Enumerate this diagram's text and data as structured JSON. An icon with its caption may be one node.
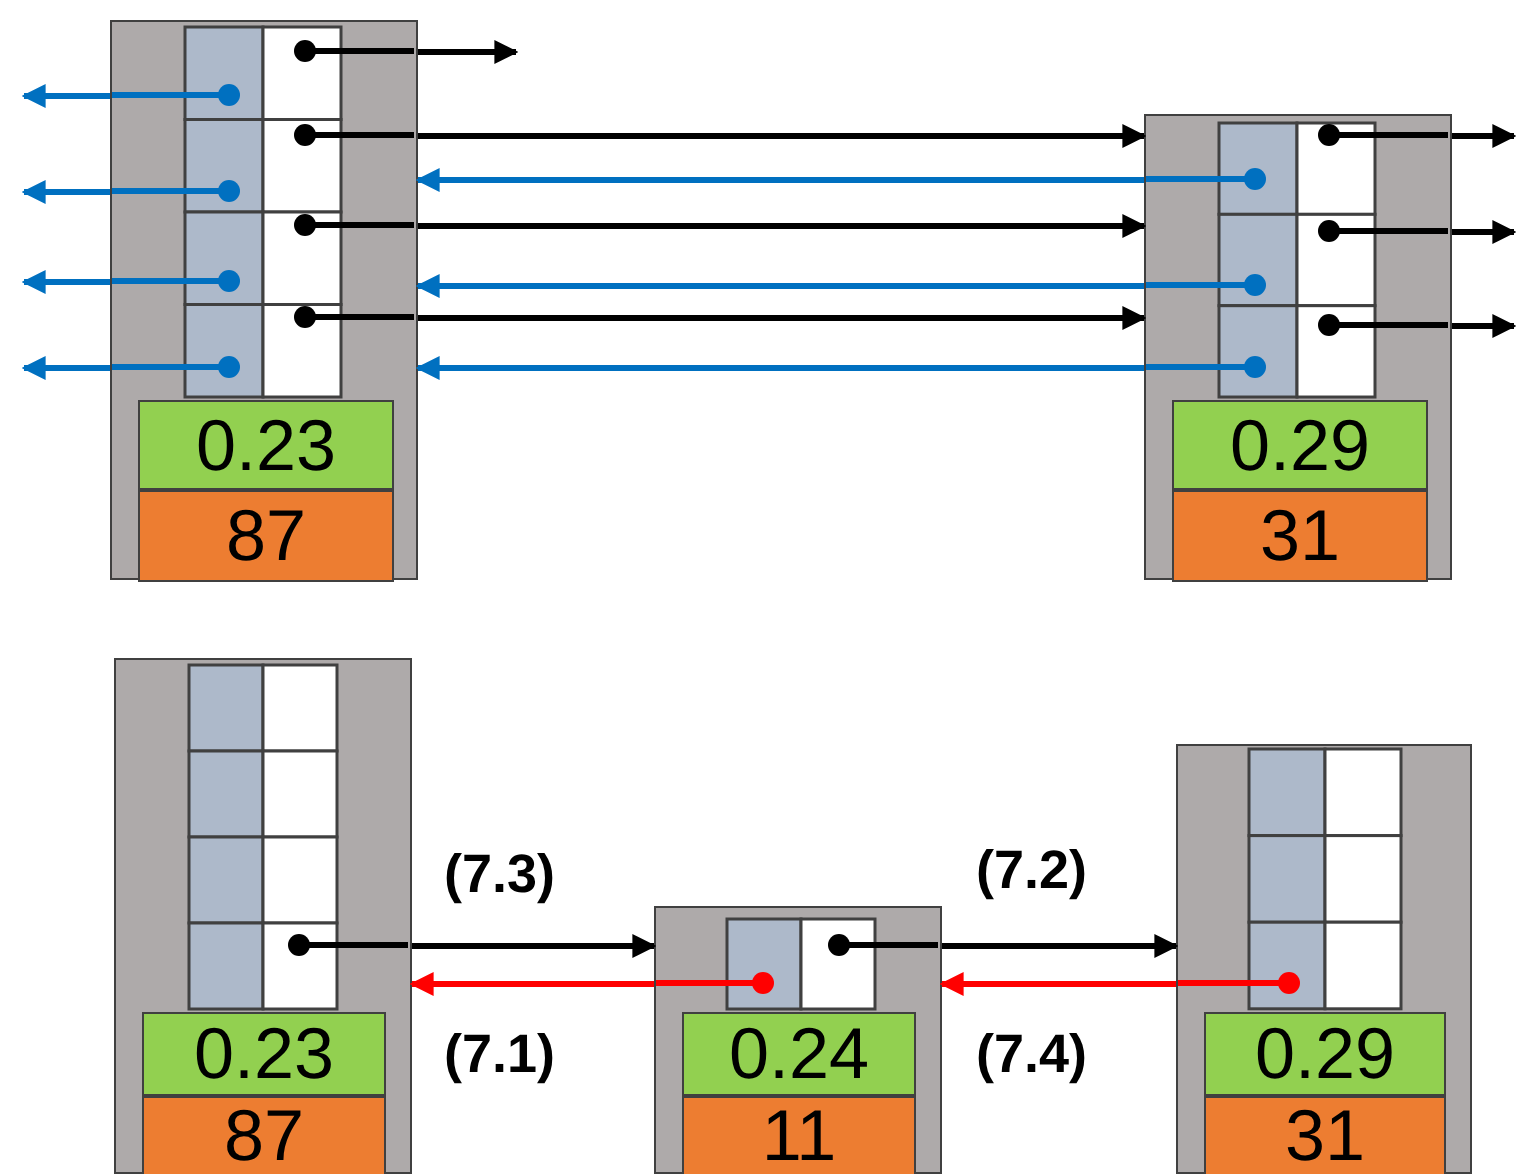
{
  "diagram": {
    "nodes": [
      {
        "text": [],
        "shape": "box"
      },
      {
        "text": [
          "0.23"
        ],
        "in": 0
      },
      {
        "text": [
          "87"
        ],
        "in": 0
      },
      {
        "text": [],
        "shape": "box"
      },
      {
        "text": [
          "0.29"
        ],
        "in": 3
      },
      {
        "text": [
          "31"
        ],
        "in": 3
      },
      {
        "text": [],
        "shape": "box"
      },
      {
        "text": [
          "0.23"
        ],
        "in": 6
      },
      {
        "text": [
          "87"
        ],
        "in": 6
      },
      {
        "text": [],
        "shape": "box"
      },
      {
        "text": [
          "0.24"
        ],
        "in": 9
      },
      {
        "text": [
          "11"
        ],
        "in": 9
      },
      {
        "text": [],
        "shape": "box"
      },
      {
        "text": [
          "0.29"
        ],
        "in": 12
      },
      {
        "text": [
          "31"
        ],
        "in": 12
      }
    ],
    "edges": [
      {
        "from": 0,
        "to": null,
        "arrow": "to"
      },
      {
        "from": 0,
        "to": null,
        "arrow": "to",
        "color": "#0070c0"
      },
      {
        "from": 0,
        "to": 3,
        "arrow": "to"
      },
      {
        "from": 3,
        "to": null,
        "arrow": "to"
      },
      {
        "from": 3,
        "to": 0,
        "arrow": "to",
        "color": "#0070c0"
      },
      {
        "from": 0,
        "to": null,
        "arrow": "to",
        "color": "#0070c0"
      },
      {
        "from": 0,
        "to": 3,
        "arrow": "to"
      },
      {
        "from": 3,
        "to": null,
        "arrow": "to"
      },
      {
        "from": 0,
        "to": null,
        "arrow": "to",
        "color": "#0070c0"
      },
      {
        "from": 3,
        "to": 0,
        "arrow": "to",
        "color": "#0070c0"
      },
      {
        "from": 0,
        "to": 3,
        "arrow": "to"
      },
      {
        "from": 3,
        "to": null,
        "arrow": "to"
      },
      {
        "from": 0,
        "to": null,
        "arrow": "to",
        "color": "#0070c0"
      },
      {
        "from": 3,
        "to": 0,
        "arrow": "to",
        "color": "#0070c0"
      },
      {
        "from": 6,
        "to": 9,
        "arrow": "to",
        "label": "(7.3)"
      },
      {
        "from": 9,
        "to": 12,
        "arrow": "to",
        "label": "(7.2)"
      },
      {
        "from": 9,
        "to": 6,
        "arrow": "to",
        "label": "(7.1)",
        "color": "#ff0000"
      },
      {
        "from": 12,
        "to": 9,
        "arrow": "to",
        "label": "(7.4)",
        "color": "#ff0000"
      }
    ]
  }
}
